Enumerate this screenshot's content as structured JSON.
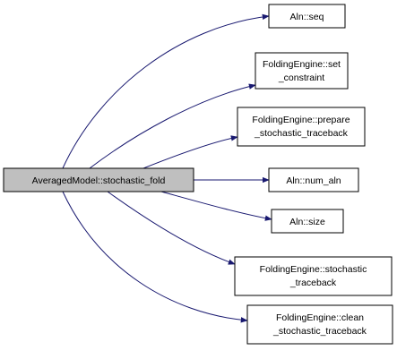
{
  "diagram": {
    "kind": "call-graph",
    "colors": {
      "edge": "#191970",
      "source_fill": "#bfbfbf",
      "node_fill": "#ffffff",
      "border": "#000000"
    },
    "source": {
      "label": "AveragedModel::stochastic_fold"
    },
    "targets": [
      {
        "id": "aln-seq",
        "lines": [
          "Aln::seq"
        ]
      },
      {
        "id": "fe-set-constraint",
        "lines": [
          "FoldingEngine::set",
          "_constraint"
        ]
      },
      {
        "id": "fe-prepare-stochastic-traceback",
        "lines": [
          "FoldingEngine::prepare",
          "_stochastic_traceback"
        ]
      },
      {
        "id": "aln-num-aln",
        "lines": [
          "Aln::num_aln"
        ]
      },
      {
        "id": "aln-size",
        "lines": [
          "Aln::size"
        ]
      },
      {
        "id": "fe-stochastic-traceback",
        "lines": [
          "FoldingEngine::stochastic",
          "_traceback"
        ]
      },
      {
        "id": "fe-clean-stochastic-traceback",
        "lines": [
          "FoldingEngine::clean",
          "_stochastic_traceback"
        ]
      }
    ]
  }
}
